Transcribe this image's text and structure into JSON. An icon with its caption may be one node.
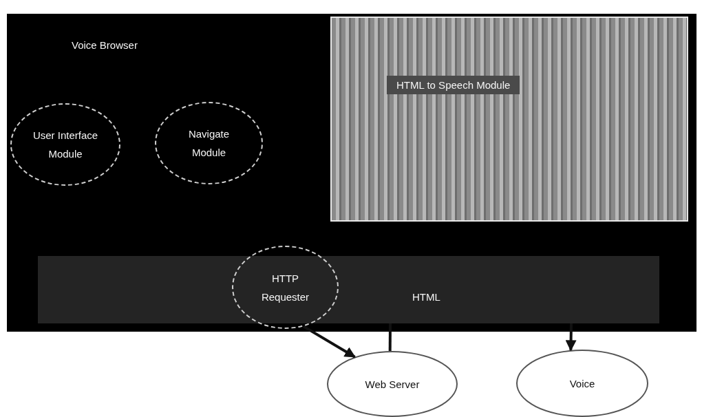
{
  "diagram": {
    "nodes": [
      {
        "text": [
          "Voice Browser"
        ]
      },
      {
        "text": [
          "User Interface Module"
        ],
        "in": 0
      },
      {
        "text": [
          "Navigate Module"
        ],
        "in": 0
      },
      {
        "text": [
          "HTML to Speech Module"
        ],
        "in": 0
      },
      {
        "text": [
          "HTML"
        ],
        "in": 0
      },
      {
        "text": [
          "HTTP Requester"
        ],
        "in": 0
      },
      {
        "text": [
          "Web Server"
        ]
      },
      {
        "text": [
          "Voice"
        ]
      }
    ],
    "edges": [
      {
        "from": 5,
        "to": 6,
        "arrow": "to"
      },
      {
        "from": 4,
        "to": 6,
        "arrow": "none"
      },
      {
        "from": 4,
        "to": 7,
        "arrow": "to"
      }
    ]
  }
}
